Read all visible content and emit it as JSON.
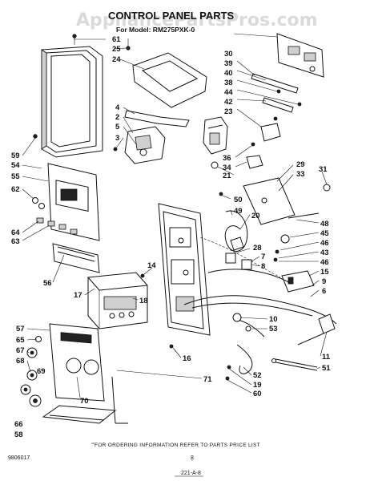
{
  "watermark": "AppliancePartsPros.com",
  "header": {
    "title": "CONTROL PANEL PARTS",
    "model": "For Model: RM275PXK-0"
  },
  "labels": [
    {
      "id": "l61",
      "text": "61"
    },
    {
      "id": "l25",
      "text": "25"
    },
    {
      "id": "l24",
      "text": "24"
    },
    {
      "id": "l4",
      "text": "4"
    },
    {
      "id": "l2",
      "text": "2"
    },
    {
      "id": "l5",
      "text": "5"
    },
    {
      "id": "l3",
      "text": "3"
    },
    {
      "id": "l59",
      "text": "59"
    },
    {
      "id": "l54",
      "text": "54"
    },
    {
      "id": "l55",
      "text": "55"
    },
    {
      "id": "l62",
      "text": "62"
    },
    {
      "id": "l64",
      "text": "64"
    },
    {
      "id": "l63",
      "text": "63"
    },
    {
      "id": "l56",
      "text": "56"
    },
    {
      "id": "l17",
      "text": "17"
    },
    {
      "id": "l14",
      "text": "14"
    },
    {
      "id": "l18",
      "text": "18"
    },
    {
      "id": "l57",
      "text": "57"
    },
    {
      "id": "l65",
      "text": "65"
    },
    {
      "id": "l67",
      "text": "67"
    },
    {
      "id": "l68",
      "text": "68"
    },
    {
      "id": "l69",
      "text": "69"
    },
    {
      "id": "l70",
      "text": "70"
    },
    {
      "id": "l66",
      "text": "66"
    },
    {
      "id": "l58",
      "text": "58"
    },
    {
      "id": "l16",
      "text": "16"
    },
    {
      "id": "l71",
      "text": "71"
    },
    {
      "id": "l30",
      "text": "30"
    },
    {
      "id": "l39",
      "text": "39"
    },
    {
      "id": "l40",
      "text": "40"
    },
    {
      "id": "l38",
      "text": "38"
    },
    {
      "id": "l44",
      "text": "44"
    },
    {
      "id": "l42",
      "text": "42"
    },
    {
      "id": "l23",
      "text": "23"
    },
    {
      "id": "l36",
      "text": "36"
    },
    {
      "id": "l34",
      "text": "34"
    },
    {
      "id": "l21",
      "text": "21"
    },
    {
      "id": "l29",
      "text": "29"
    },
    {
      "id": "l33",
      "text": "33"
    },
    {
      "id": "l31",
      "text": "31"
    },
    {
      "id": "l50",
      "text": "50"
    },
    {
      "id": "l49",
      "text": "49"
    },
    {
      "id": "l20",
      "text": "20"
    },
    {
      "id": "l48",
      "text": "48"
    },
    {
      "id": "l45",
      "text": "45"
    },
    {
      "id": "l46a",
      "text": "46"
    },
    {
      "id": "l43",
      "text": "43"
    },
    {
      "id": "l46b",
      "text": "46"
    },
    {
      "id": "l28",
      "text": "28"
    },
    {
      "id": "l7",
      "text": "7"
    },
    {
      "id": "l8",
      "text": "8"
    },
    {
      "id": "l15",
      "text": "15"
    },
    {
      "id": "l9",
      "text": "9"
    },
    {
      "id": "l6",
      "text": "6"
    },
    {
      "id": "l10",
      "text": "10"
    },
    {
      "id": "l53",
      "text": "53"
    },
    {
      "id": "l11",
      "text": "11"
    },
    {
      "id": "l51",
      "text": "51"
    },
    {
      "id": "l52",
      "text": "52"
    },
    {
      "id": "l19",
      "text": "19"
    },
    {
      "id": "l60",
      "text": "60"
    }
  ],
  "footer": {
    "note": "FOR ORDERING INFORMATION REFER TO PARTS PRICE LIST",
    "code_left": "9806017",
    "page_number": "8",
    "page_code": "221-A-8"
  }
}
